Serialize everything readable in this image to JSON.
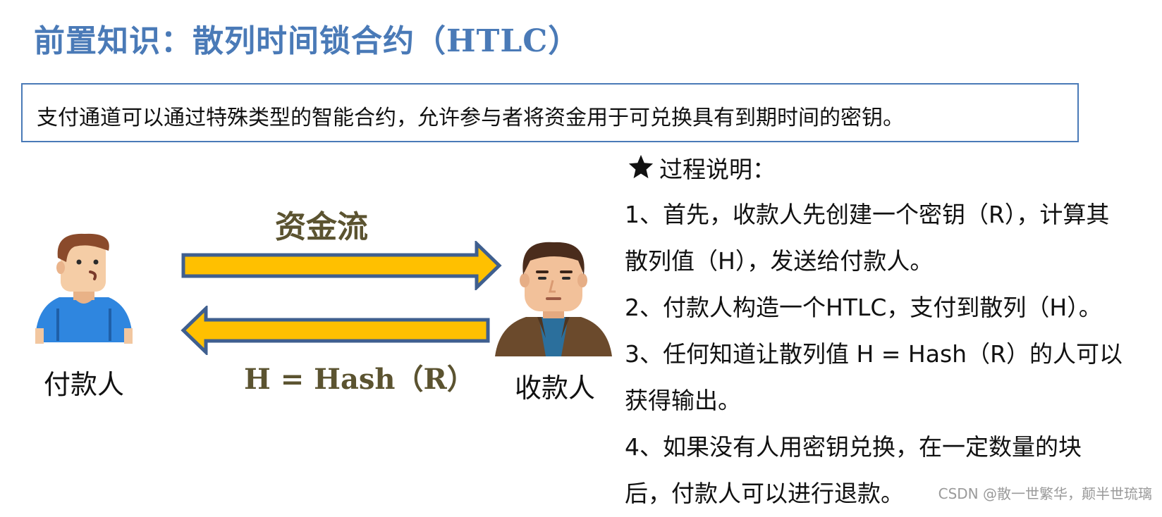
{
  "title": "前置知识：散列时间锁合约（HTLC）",
  "summary": "支付通道可以通过特殊类型的智能合约，允许参与者将资金用于可兑换具有到期时间的密钥。",
  "diagram": {
    "payer_label": "付款人",
    "payee_label": "收款人",
    "top_flow_label": "资金流",
    "bottom_flow_label": "H = Hash（R）"
  },
  "process": {
    "title": "过程说明：",
    "steps": [
      "1、首先，收款人先创建一个密钥（R），计算其散列值（H），发送给付款人。",
      "2、付款人构造一个HTLC，支付到散列（H）。",
      "3、任何知道让散列值 H = Hash（R）的人可以获得输出。",
      "4、如果没有人用密钥兑换，在一定数量的块后，付款人可以进行退款。"
    ]
  },
  "watermark": "CSDN @散一世繁华，颠半世琉璃",
  "colors": {
    "title": "#4a7ab7",
    "arrow_fill": "#ffc000",
    "arrow_stroke": "#3f5f8f",
    "flow_label": "#5b5330"
  }
}
